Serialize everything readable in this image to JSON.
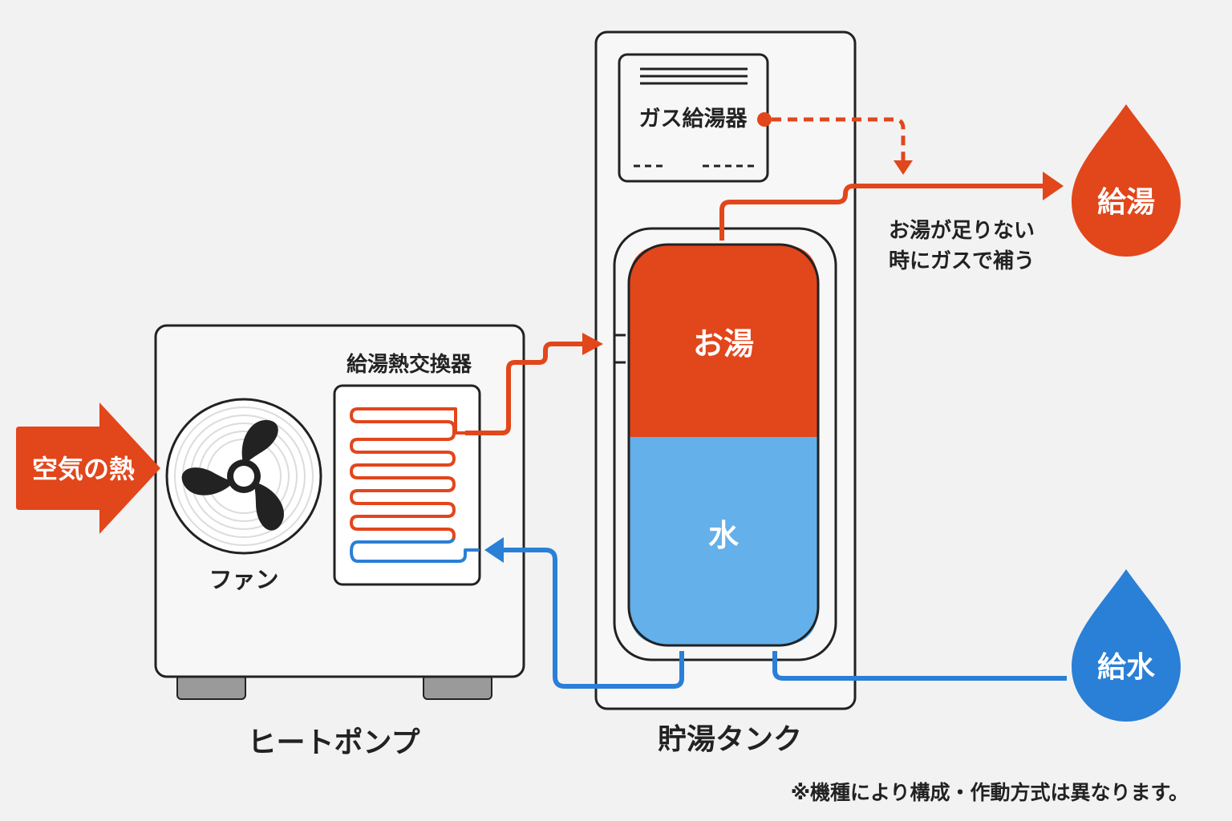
{
  "colors": {
    "hot": "#e2461b",
    "cold": "#2a7fd6",
    "tank_hot": "#e2461b",
    "tank_cold": "#63b0ea",
    "outline": "#222222",
    "background": "#f2f2f2",
    "unit_fill": "#f7f7f7"
  },
  "air_heat_arrow": {
    "label": "空気の熱",
    "icon": "arrow-right"
  },
  "heat_pump": {
    "label": "ヒートポンプ",
    "fan": {
      "label": "ファン",
      "icon": "fan-icon"
    },
    "heat_exchanger": {
      "label": "給湯熱交換器"
    }
  },
  "storage_tank": {
    "label": "貯湯タンク",
    "hot_layer_label": "お湯",
    "cold_layer_label": "水",
    "gas_heater": {
      "label": "ガス給湯器"
    }
  },
  "outputs": {
    "hot_supply": {
      "label": "給湯",
      "icon": "droplet-icon"
    },
    "cold_supply": {
      "label": "給水",
      "icon": "droplet-icon"
    }
  },
  "gas_note": {
    "line1": "お湯が足りない",
    "line2": "時にガスで補う"
  },
  "footnote": "※機種により構成・作動方式は異なります。"
}
